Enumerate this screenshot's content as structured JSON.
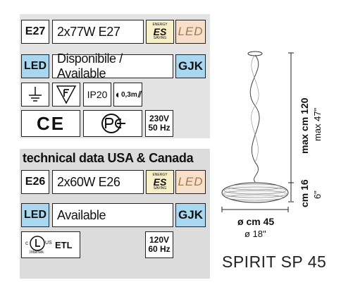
{
  "main": {
    "row1": {
      "socket": "E27",
      "bulb": "2x77W E27",
      "energy_top": "ENERGY",
      "energy_es": "ES",
      "energy_bottom": "SAVING",
      "led": "LED"
    },
    "row2": {
      "led": "LED",
      "availability": "Disponibile / Available",
      "gjk": "GJK"
    },
    "row3": {
      "ip": "IP20",
      "distance": "0,3m"
    },
    "row4": {
      "ce": "CE",
      "voltage": "230V",
      "freq": "50 Hz"
    }
  },
  "usa": {
    "heading": "technical data USA & Canada",
    "row1": {
      "socket": "E26",
      "bulb": "2x60W E26",
      "energy_top": "ENERGY",
      "energy_es": "ES",
      "energy_bottom": "SAVING",
      "led": "LED"
    },
    "row2": {
      "led": "LED",
      "availability": "Available",
      "gjk": "GJK"
    },
    "row3": {
      "c": "c",
      "us": "US",
      "intertek": "Intertek",
      "etl": "ETL",
      "voltage": "120V",
      "freq": "60 Hz"
    }
  },
  "dimensions": {
    "height_cm": "max cm 120",
    "height_in": "max 47\"",
    "shade_cm": "cm 16",
    "shade_in": "6\"",
    "diameter_cm": "ø cm 45",
    "diameter_in": "ø 18\""
  },
  "product_name": "SPIRIT SP 45"
}
